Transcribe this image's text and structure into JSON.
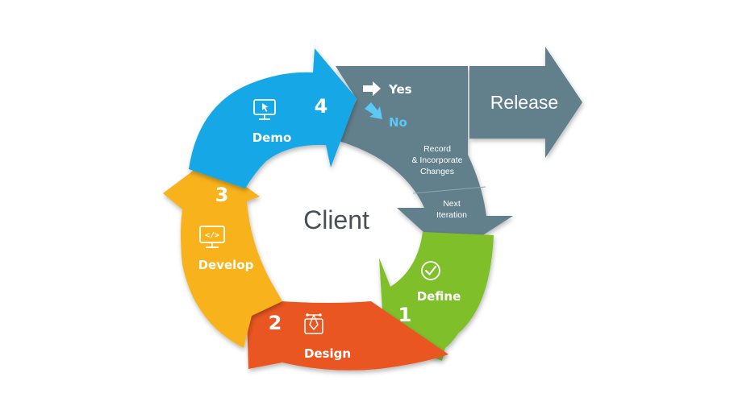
{
  "center": {
    "label": "Client"
  },
  "stages": [
    {
      "number": "1",
      "label": "Define",
      "color": "#7fc02a",
      "icon": "check-circle-icon"
    },
    {
      "number": "2",
      "label": "Design",
      "color": "#ea5620",
      "icon": "design-icon"
    },
    {
      "number": "3",
      "label": "Develop",
      "color": "#f8b21a",
      "icon": "code-monitor-icon"
    },
    {
      "number": "4",
      "label": "Demo",
      "color": "#14a8e6",
      "icon": "monitor-cursor-icon"
    }
  ],
  "decision": {
    "yes": "Yes",
    "no": "No",
    "record_line1": "Record",
    "record_line2": "& Incorporate",
    "record_line3": "Changes",
    "next_line1": "Next",
    "next_line2": "Iteration",
    "color": "#62808c"
  },
  "release": {
    "label": "Release",
    "color": "#62808c"
  }
}
